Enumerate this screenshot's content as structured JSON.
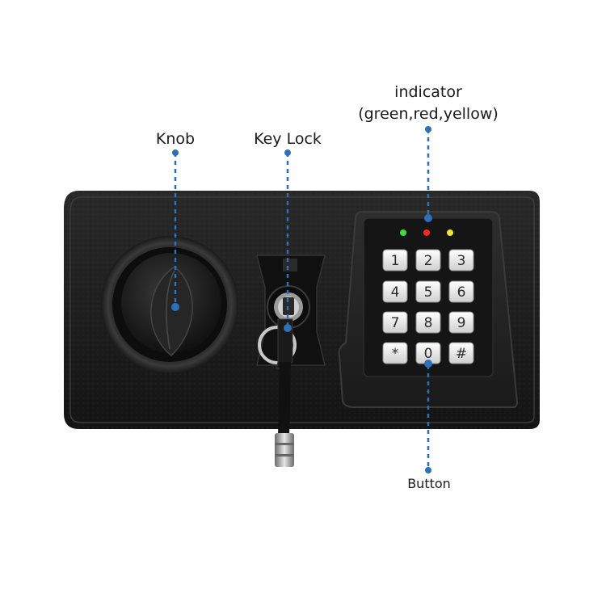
{
  "labels": {
    "knob": "Knob",
    "key_lock": "Key Lock",
    "indicator_title": "indicator",
    "indicator_sub": "(green,red,yellow)",
    "button": "Button"
  },
  "keypad": {
    "keys": [
      "1",
      "2",
      "3",
      "4",
      "5",
      "6",
      "7",
      "8",
      "9",
      "*",
      "0",
      "#"
    ]
  },
  "indicator_leds": [
    {
      "name": "green",
      "color": "#3ddc3d"
    },
    {
      "name": "red",
      "color": "#ff2a1a"
    },
    {
      "name": "yellow",
      "color": "#f2e23a"
    }
  ],
  "colors": {
    "callout": "#2f6fb5",
    "panel": "#1c1c1c"
  }
}
